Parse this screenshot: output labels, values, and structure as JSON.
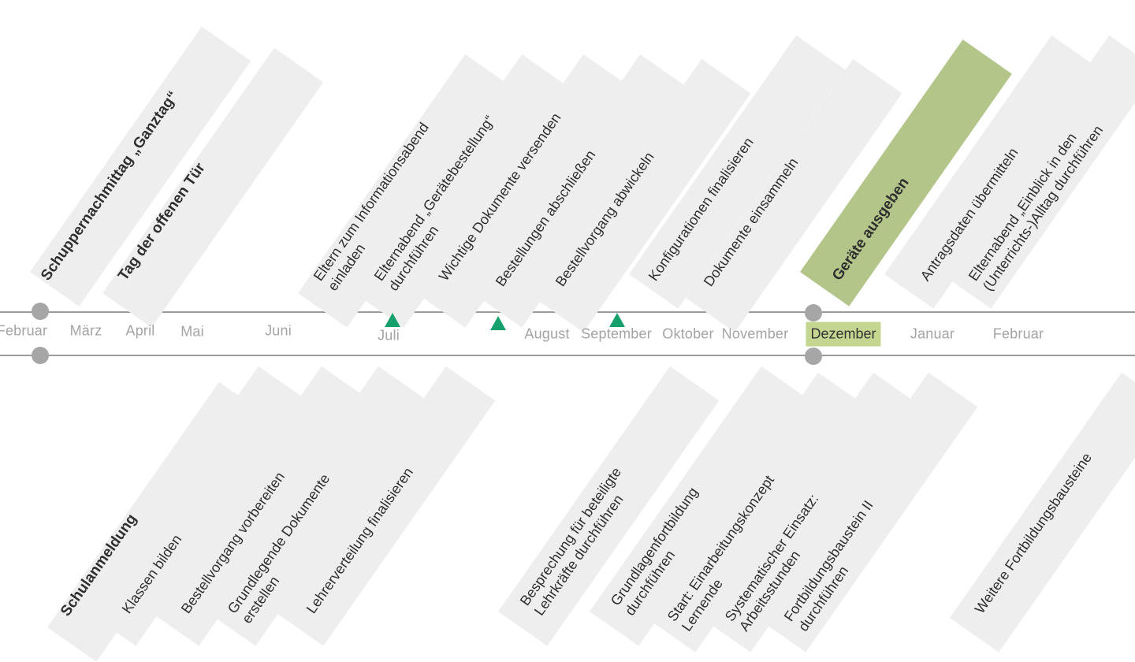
{
  "months": [
    "Februar",
    "März",
    "April",
    "Mai",
    "Juni",
    "Juli",
    "August",
    "September",
    "Oktober",
    "November",
    "Dezember",
    "Januar",
    "Februar"
  ],
  "top_tasks": [
    {
      "text": "Schuppernachmittag „Ganztag“",
      "bold": true,
      "highlight": false
    },
    {
      "text": "Tag der offenen Tür",
      "bold": true,
      "highlight": false
    },
    {
      "text": "Eltern zum Informationsabend\neinladen",
      "bold": false,
      "highlight": false
    },
    {
      "text": "Elternabend „Gerätebestellung“\ndurchführen",
      "bold": false,
      "highlight": false
    },
    {
      "text": "Wichtige Dokumente versenden",
      "bold": false,
      "highlight": false
    },
    {
      "text": "Bestellungen abschließen",
      "bold": false,
      "highlight": false
    },
    {
      "text": "Bestellvorgang abwickeln",
      "bold": false,
      "highlight": false
    },
    {
      "text": "Konfigurationen finalisieren",
      "bold": false,
      "highlight": false
    },
    {
      "text": "Dokumente einsammeln",
      "bold": false,
      "highlight": false
    },
    {
      "text": "Geräte ausgeben",
      "bold": true,
      "highlight": true
    },
    {
      "text": "Antragsdaten übermitteln",
      "bold": false,
      "highlight": false
    },
    {
      "text": "Elternabend „Einblick in den\n(Unterrichts-)Alltag durchführen",
      "bold": false,
      "highlight": false
    }
  ],
  "bottom_tasks": [
    {
      "text": "Schulanmeldung",
      "bold": true
    },
    {
      "text": "Klassen bilden",
      "bold": false
    },
    {
      "text": "Bestellvorgang vorbereiten",
      "bold": false
    },
    {
      "text": "Grundlegende Dokumente\nerstellen",
      "bold": false
    },
    {
      "text": "Lehrerverteilung finalisieren",
      "bold": false
    },
    {
      "text": "Besprechung für beteiligte\nLehrkräfte durchführen",
      "bold": false
    },
    {
      "text": "Grundlagenfortbildung\ndurchführen",
      "bold": false
    },
    {
      "text": "Start: Einarbeitungskonzept\nLernende",
      "bold": false
    },
    {
      "text": "Systematischer Einsatz:\nArbeitsstunden",
      "bold": false
    },
    {
      "text": "Fortbildungsbaustein II\ndurchführen",
      "bold": false
    },
    {
      "text": "Weitere Fortbildungsbausteine",
      "bold": false
    }
  ],
  "colors": {
    "bar": "#eeeeee",
    "bar_highlight": "#b3c589",
    "month_highlight": "#c5d690",
    "milestone": "#16a06c",
    "marker": "#a6a6a6"
  }
}
